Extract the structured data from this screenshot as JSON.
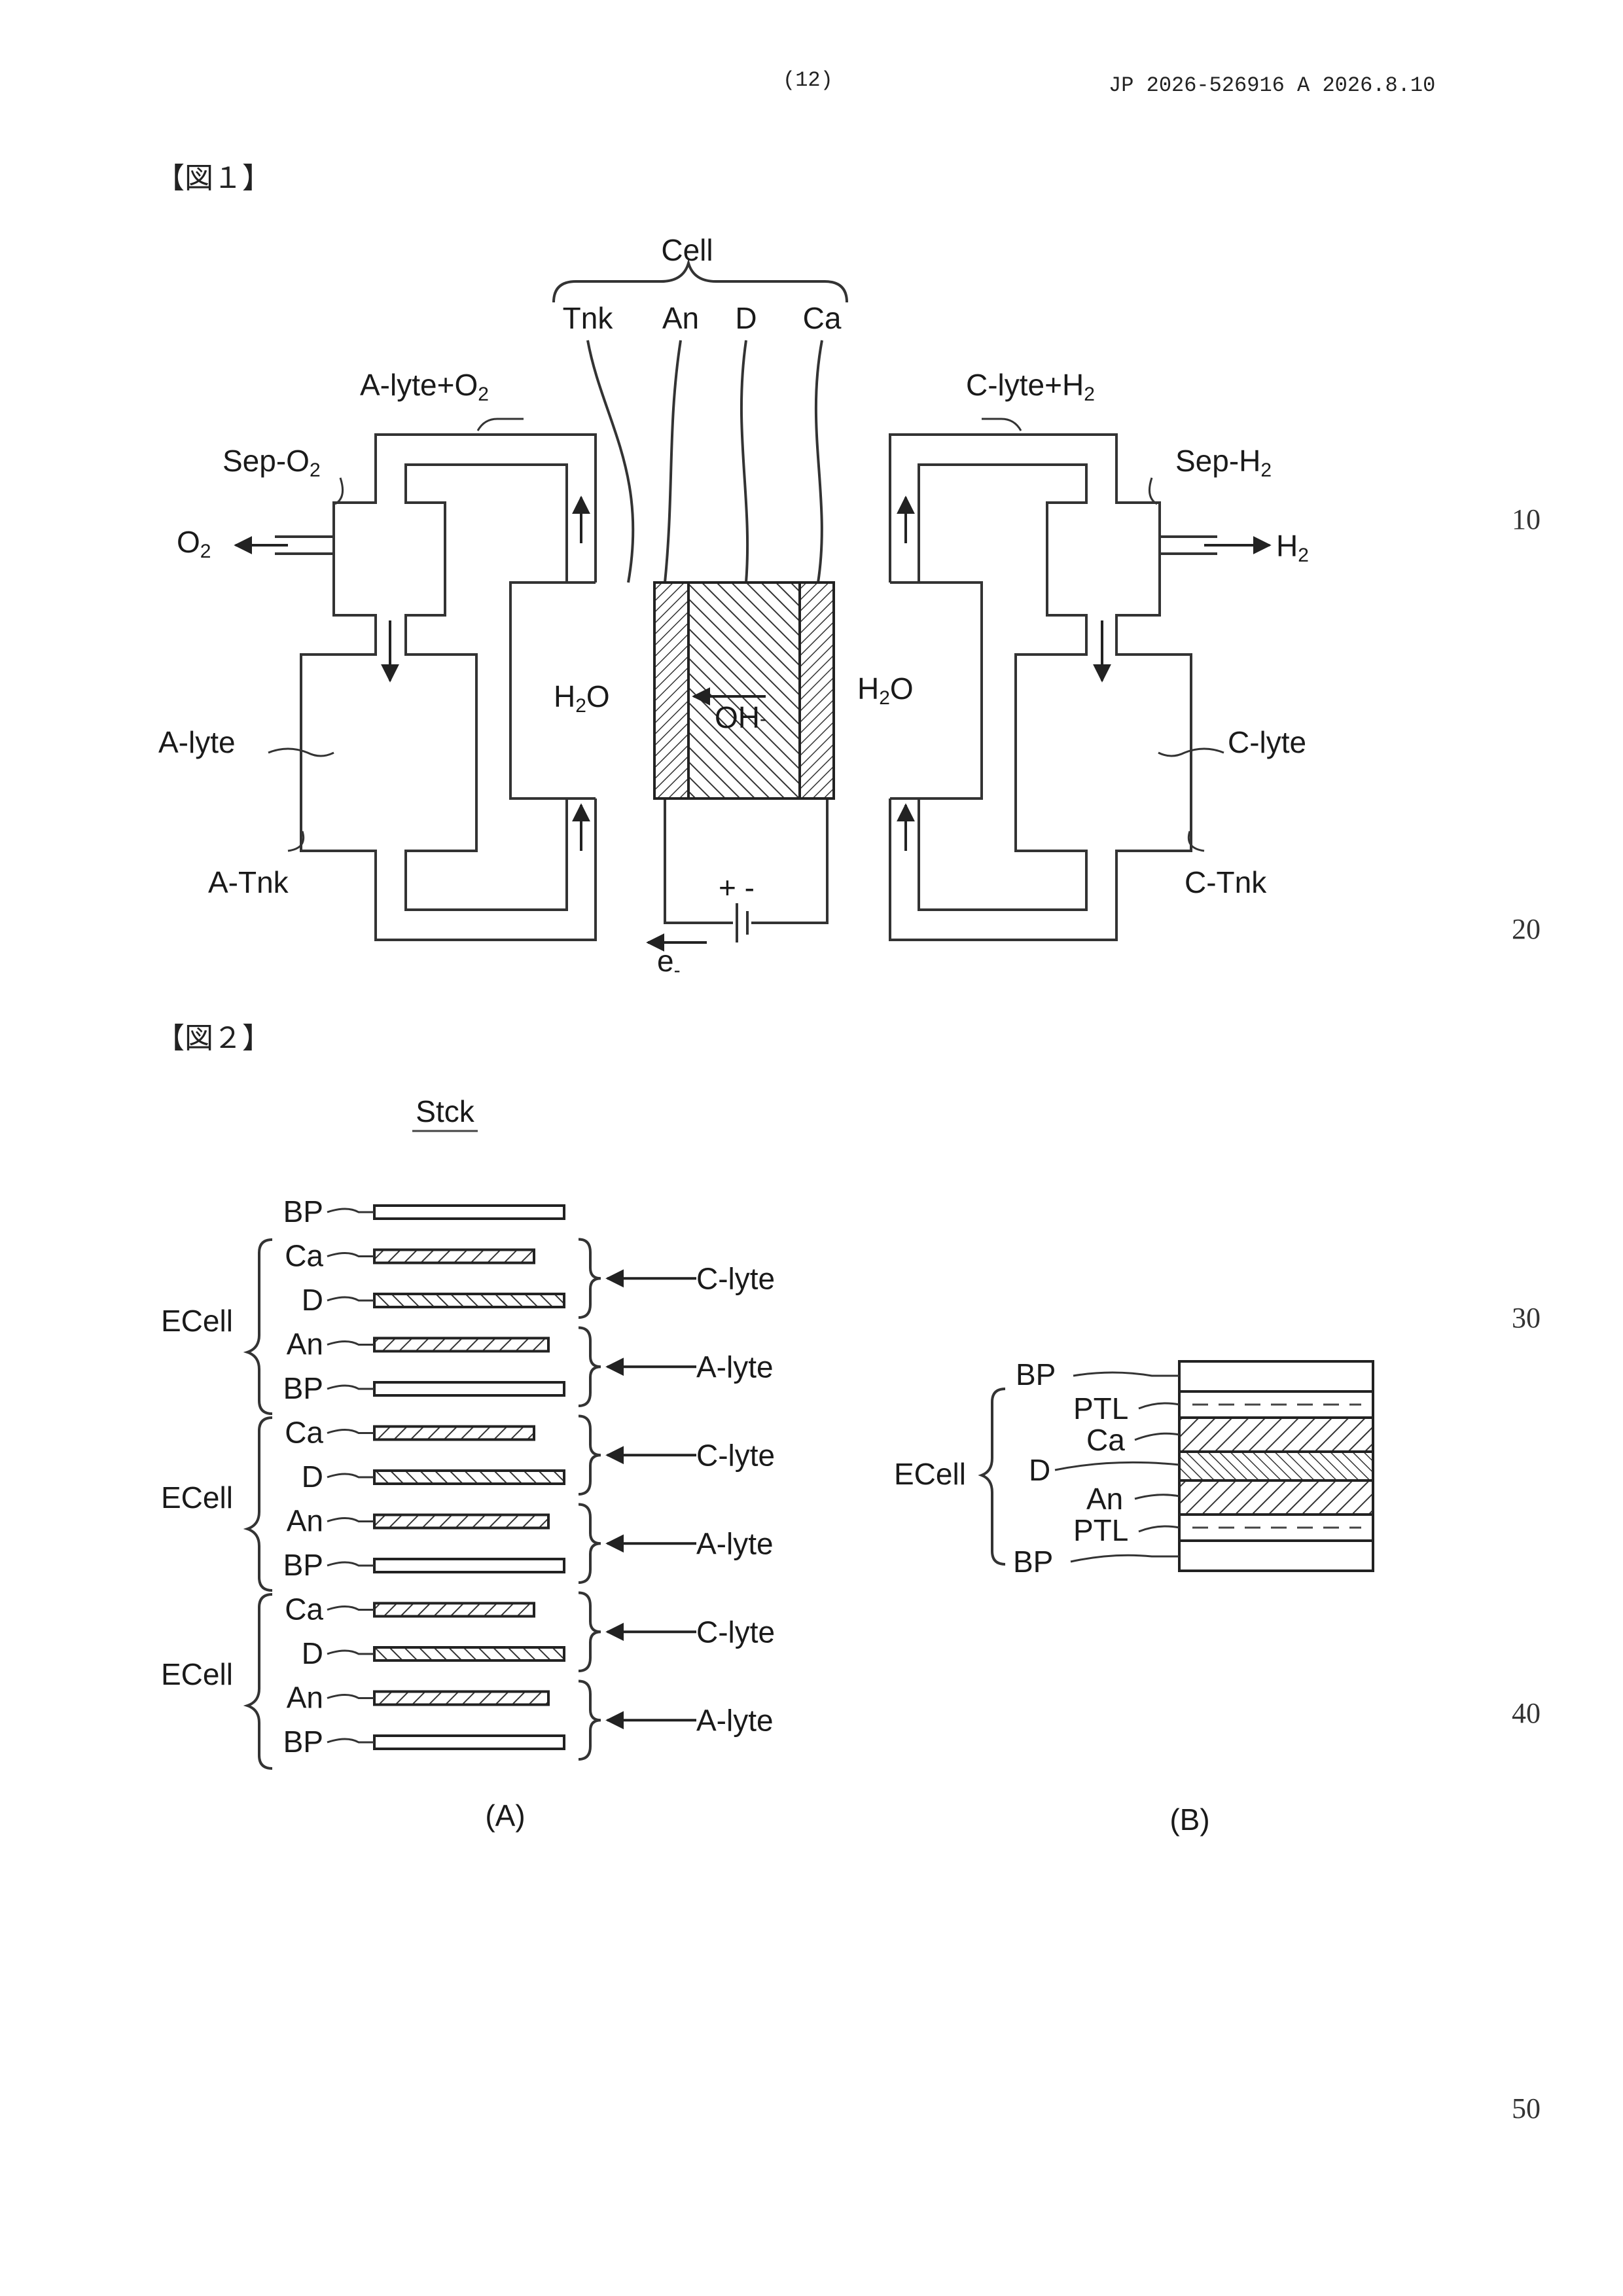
{
  "header": {
    "page_number": "(12)",
    "publication": "JP  2026-526916  A  2026.8.10"
  },
  "figure1": {
    "title": "【図１】",
    "cell_label": "Cell",
    "cell_parts": [
      "Tnk",
      "An",
      "D",
      "Ca"
    ],
    "anode_out": {
      "main": "A-lyte+O",
      "sub": "2"
    },
    "cathode_out": {
      "main": "C-lyte+H",
      "sub": "2"
    },
    "sep_o2": {
      "main": "Sep-O",
      "sub": "2"
    },
    "sep_h2": {
      "main": "Sep-H",
      "sub": "2"
    },
    "o2_out": {
      "main": "O",
      "sub": "2"
    },
    "h2_out": {
      "main": "H",
      "sub": "2"
    },
    "water_left": {
      "pre": "H",
      "sub": "2",
      "post": "O"
    },
    "water_right": {
      "pre": "H",
      "sub": "2",
      "post": "O"
    },
    "hydroxide": {
      "main": "OH",
      "sup": "-"
    },
    "a_lyte": "A-lyte",
    "c_lyte": "C-lyte",
    "a_tank": "A-Tnk",
    "c_tank": "C-Tnk",
    "battery_polarity": "+ -",
    "electron": {
      "main": "e",
      "sub": "-"
    }
  },
  "figure2": {
    "title": "【図２】",
    "stack_label": "Stck",
    "panel_a": {
      "caption": "(A)",
      "ecell_label": "ECell",
      "layers": [
        "BP",
        "Ca",
        "D",
        "An",
        "BP",
        "Ca",
        "D",
        "An",
        "BP",
        "Ca",
        "D",
        "An",
        "BP"
      ],
      "flows": [
        "C-lyte",
        "A-lyte",
        "C-lyte",
        "A-lyte",
        "C-lyte",
        "A-lyte"
      ]
    },
    "panel_b": {
      "caption": "(B)",
      "ecell_label": "ECell",
      "layers": [
        "BP",
        "PTL",
        "Ca",
        "D",
        "An",
        "PTL",
        "BP"
      ]
    }
  },
  "line_numbers": [
    "10",
    "20",
    "30",
    "40",
    "50"
  ]
}
